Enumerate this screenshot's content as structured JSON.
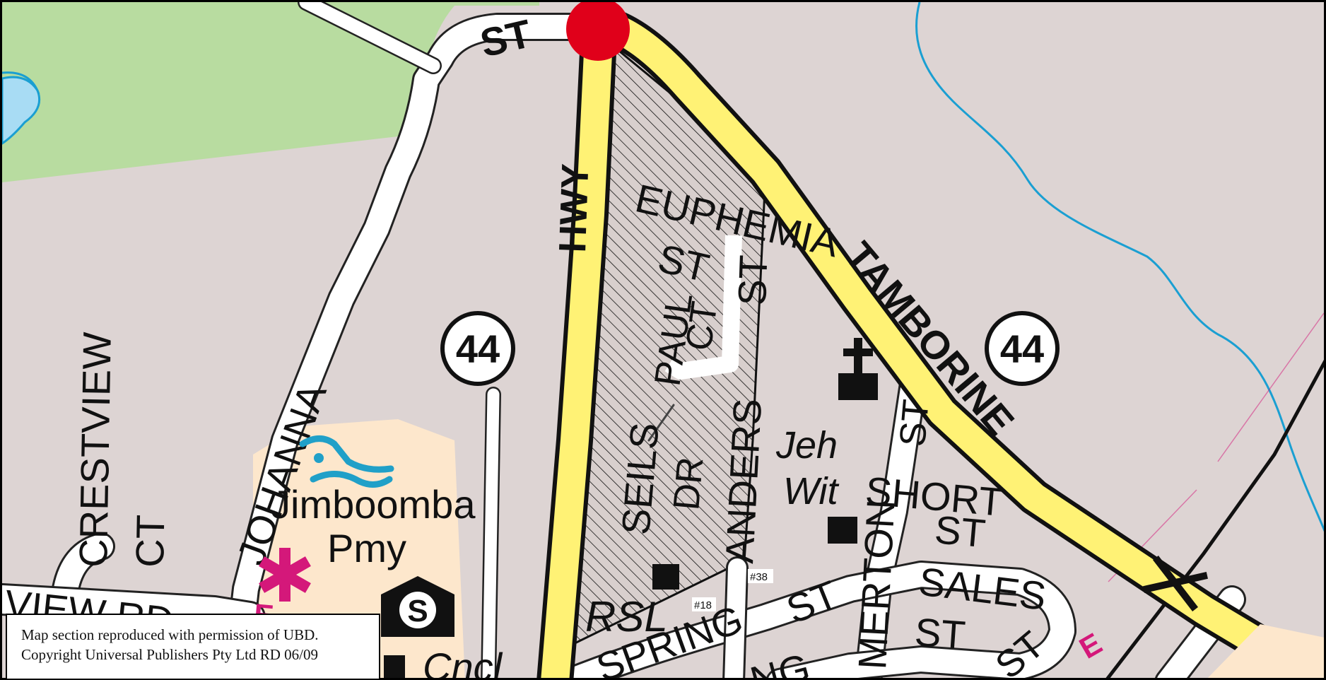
{
  "map": {
    "colors": {
      "land": "#ddd4d3",
      "park": "#b8dca0",
      "water": "#a8dcf4",
      "stream": "#1a9fd2",
      "major_road": "#fff275",
      "minor_road": "#ffffff",
      "school_area": "#fde7cc",
      "marker": "#e0001a",
      "magenta": "#d4187a",
      "swim_icon": "#20a0c8"
    },
    "street_labels": {
      "st_top": "ST",
      "hwy": "HWY",
      "euphemia": "EUPHEMIA",
      "euphemia_st": "ST",
      "paul": "PAUL",
      "paul_ct": "CT",
      "st_vertical": "ST",
      "tamborine": "TAMBORINE",
      "johanna": "JOHANNA",
      "crestview": "CRESTVIEW",
      "crestview_ct": "CT",
      "view_rd": "VIEW RD",
      "seils": "SEILS",
      "seils_dr": "DR",
      "anders": "ANDERS",
      "short": "SHORT",
      "short_st": "ST",
      "short_st_upper": "ST",
      "sales": "SALES",
      "sales_st": "ST",
      "merton": "MERTON",
      "spring": "SPRING",
      "spring_st": "ST",
      "ng": "NG",
      "st_corner": "ST"
    },
    "route_shields": [
      "44",
      "44"
    ],
    "place_labels": {
      "jimboomba": "Jimboomba",
      "pmy": "Pmy",
      "jeh": "Jeh",
      "wit": "Wit",
      "rsl": "RSL",
      "cncl": "Cncl"
    },
    "house_numbers": [
      "#38",
      "#18"
    ],
    "symbols": {
      "school": "S",
      "entrance": "E",
      "church": "church-cross-icon",
      "hospital": "medical-star-icon",
      "pool": "swimming-pool-icon",
      "rail_crossing": "rail-crossing-icon",
      "location_marker": "location-marker-icon"
    }
  },
  "copyright": {
    "line1": "Map section reproduced with permission of UBD.",
    "line2": "Copyright Universal Publishers Pty Ltd RD 06/09"
  }
}
